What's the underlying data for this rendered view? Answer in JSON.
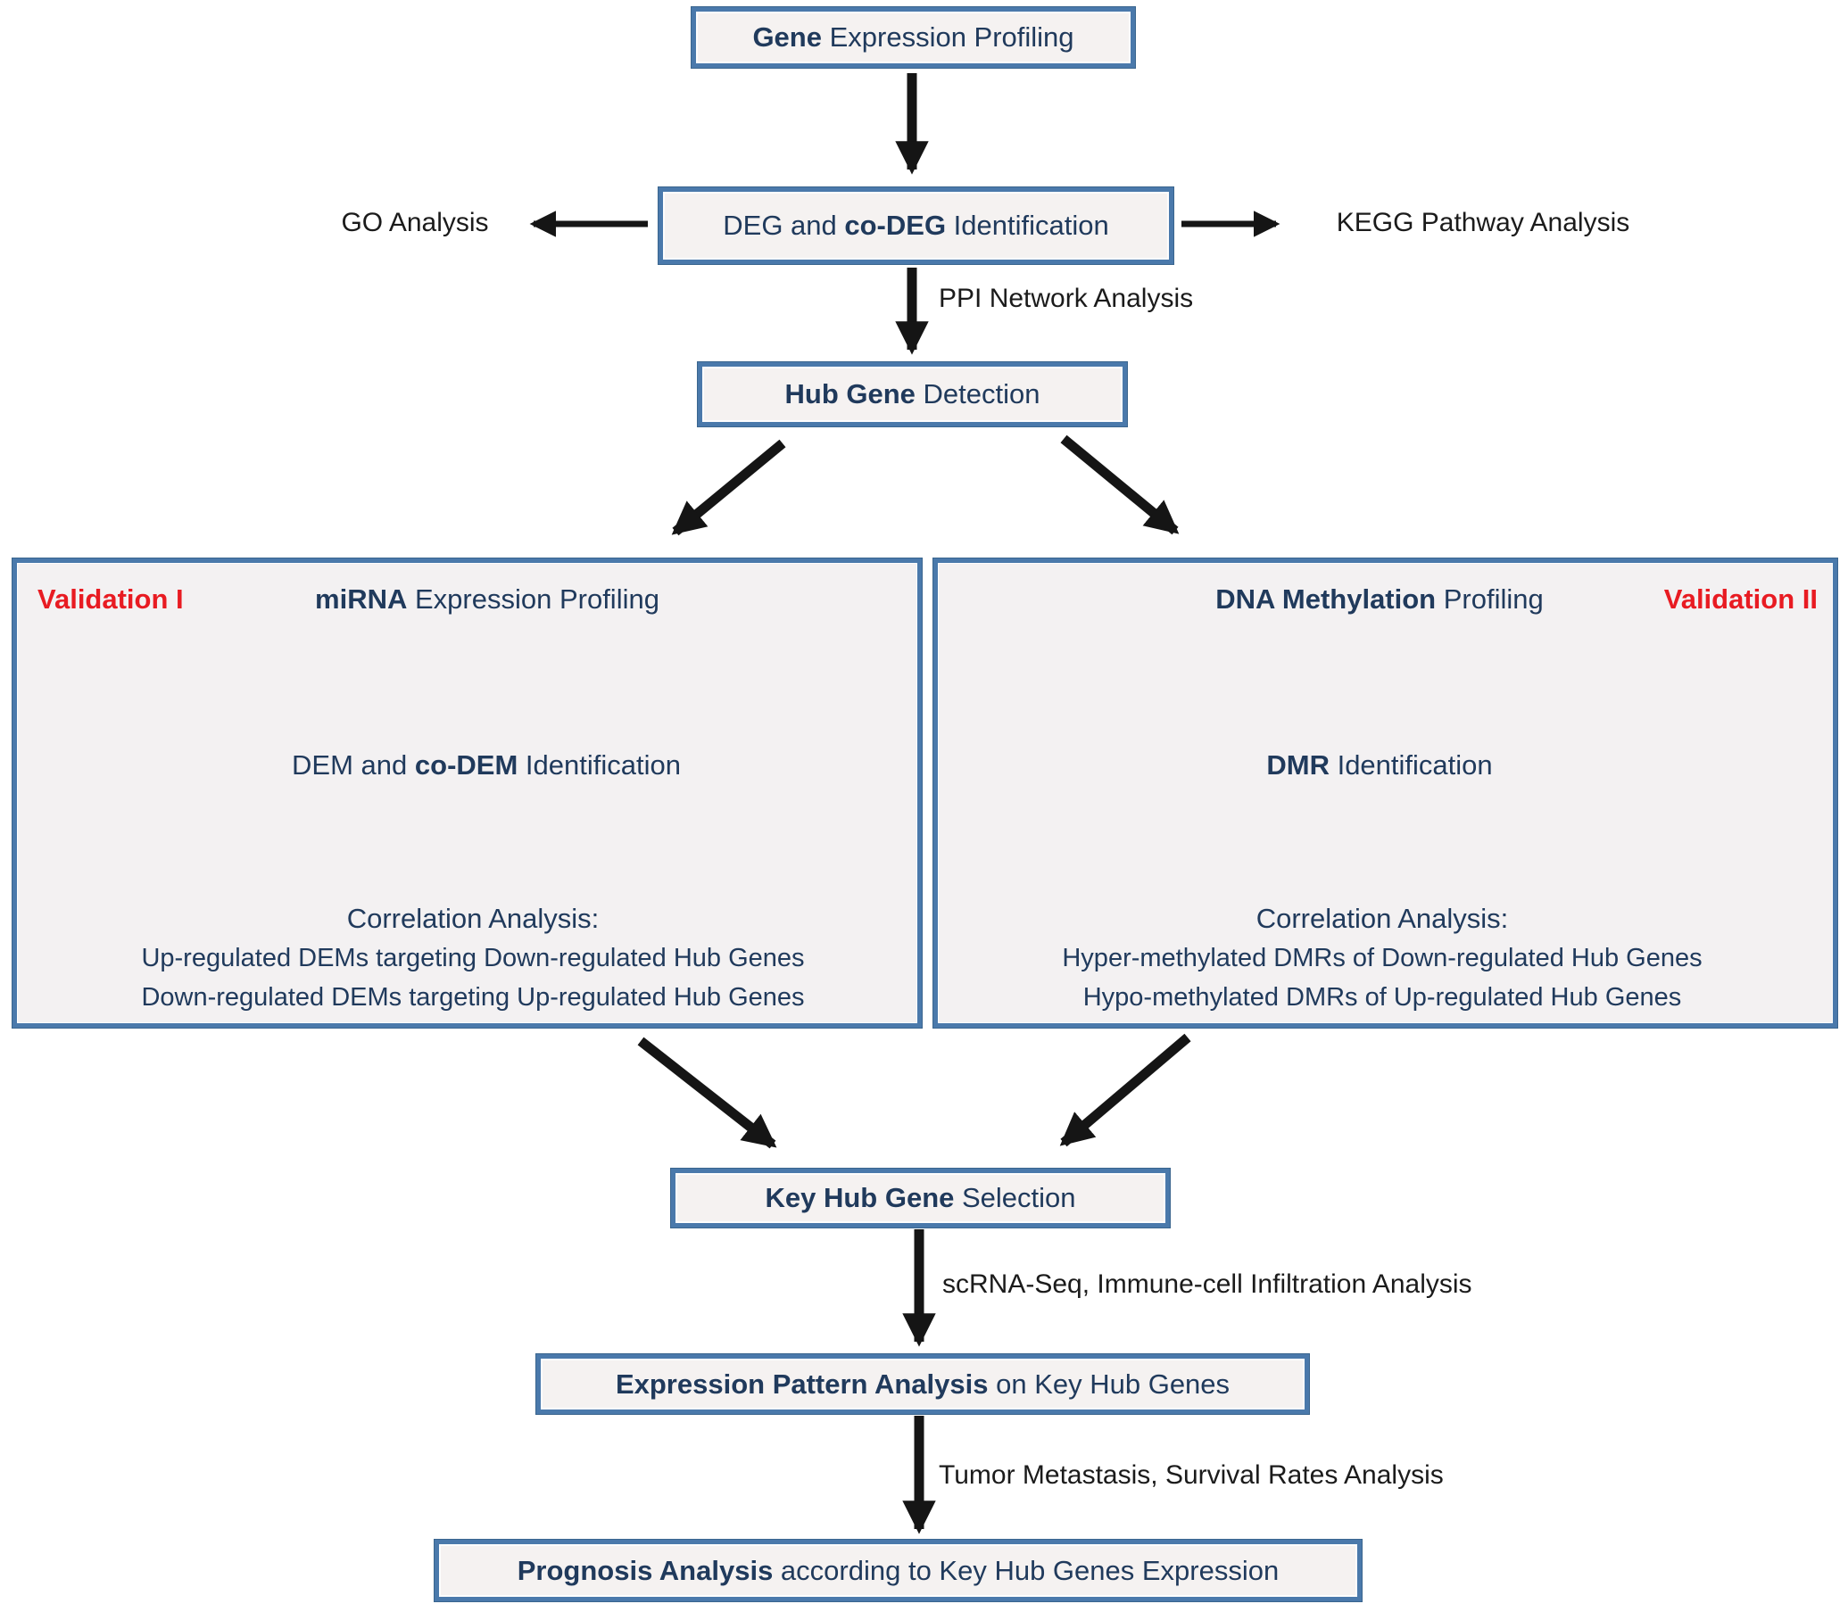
{
  "figure": {
    "type": "flowchart",
    "description_colors": {
      "box_border": "#4a79ab",
      "box_fill": "#f5f2f1",
      "big_box_fill": "#f3f1f2",
      "text_navy": "#203a5c",
      "validation_red": "#e81b22",
      "arrow_black": "#151515",
      "background": "#ffffff"
    }
  },
  "nodes": {
    "gene": {
      "bold": "Gene",
      "rest": " Expression Profiling"
    },
    "deg": {
      "pre": "DEG and ",
      "bold": "co-DEG",
      "rest": " Identification"
    },
    "hub": {
      "bold": "Hub Gene",
      "rest": " Detection"
    },
    "key": {
      "bold": "Key Hub Gene",
      "rest": " Selection"
    },
    "expression": {
      "bold": "Expression Pattern Analysis",
      "rest": " on Key Hub Genes"
    },
    "prognosis": {
      "bold": "Prognosis Analysis",
      "rest": " according to Key Hub Genes Expression"
    }
  },
  "labels": {
    "go": "GO Analysis",
    "kegg": "KEGG Pathway Analysis",
    "ppi": "PPI Network Analysis",
    "scrna": "scRNA-Seq, Immune-cell Infiltration Analysis",
    "tumor": "Tumor Metastasis, Survival Rates Analysis"
  },
  "validation1": {
    "tag": "Validation I",
    "title": {
      "bold": "miRNA",
      "rest": " Expression Profiling"
    },
    "step": {
      "pre": "DEM and ",
      "bold": "co-DEM",
      "rest": " Identification"
    },
    "correlation": {
      "heading": "Correlation Analysis:",
      "line1": "Up-regulated DEMs targeting Down-regulated Hub Genes",
      "line2": "Down-regulated DEMs targeting Up-regulated Hub Genes"
    }
  },
  "validation2": {
    "tag": "Validation II",
    "title": {
      "bold": "DNA Methylation",
      "rest": " Profiling"
    },
    "step": {
      "bold": "DMR",
      "rest": " Identification"
    },
    "correlation": {
      "heading": "Correlation Analysis:",
      "line1": "Hyper-methylated DMRs of Down-regulated Hub Genes",
      "line2": "Hypo-methylated DMRs of Up-regulated Hub Genes"
    }
  }
}
